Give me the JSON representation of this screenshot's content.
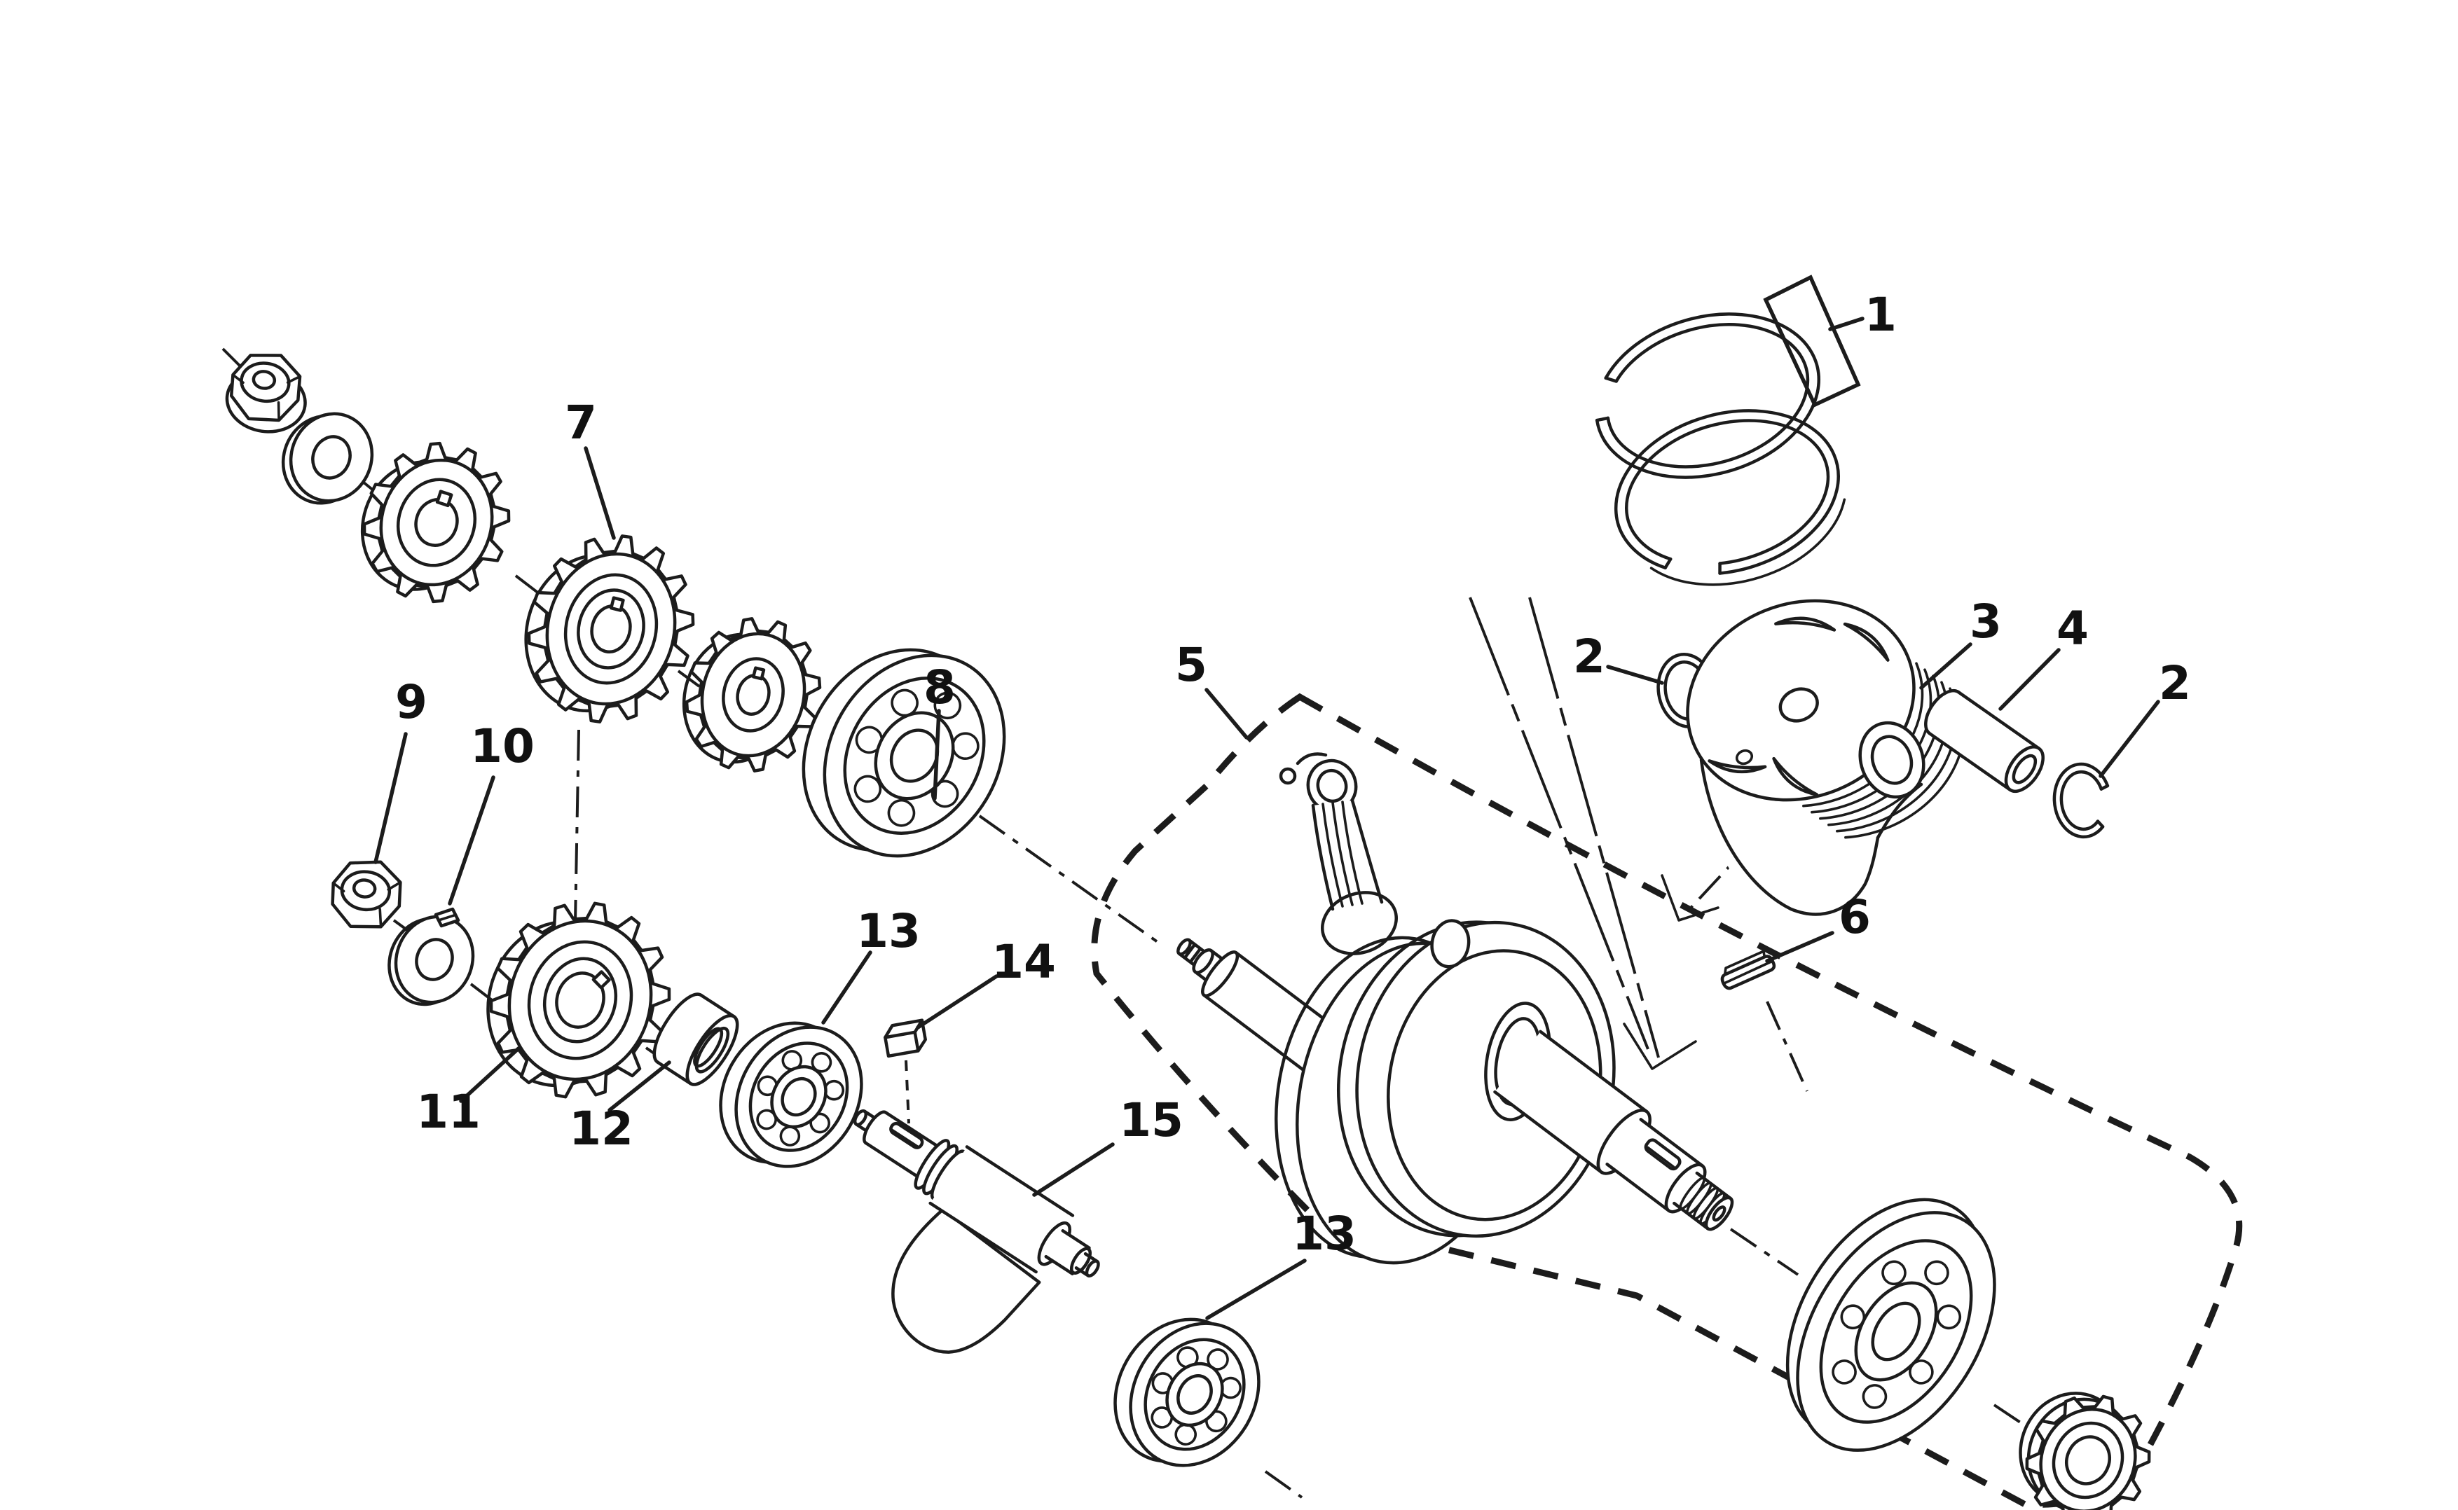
{
  "colors": {
    "background": "#ffffff",
    "line": "#1c1c1c",
    "label": "#111111"
  },
  "callouts": {
    "c1": {
      "text": "1"
    },
    "c2a": {
      "text": "2"
    },
    "c2b": {
      "text": "2"
    },
    "c3": {
      "text": "3"
    },
    "c4": {
      "text": "4"
    },
    "c5": {
      "text": "5"
    },
    "c6": {
      "text": "6"
    },
    "c7": {
      "text": "7"
    },
    "c8": {
      "text": "8"
    },
    "c9": {
      "text": "9"
    },
    "c10": {
      "text": "10"
    },
    "c11": {
      "text": "11"
    },
    "c12": {
      "text": "12"
    },
    "c13a": {
      "text": "13"
    },
    "c13b": {
      "text": "13"
    },
    "c14": {
      "text": "14"
    },
    "c15": {
      "text": "15"
    }
  }
}
